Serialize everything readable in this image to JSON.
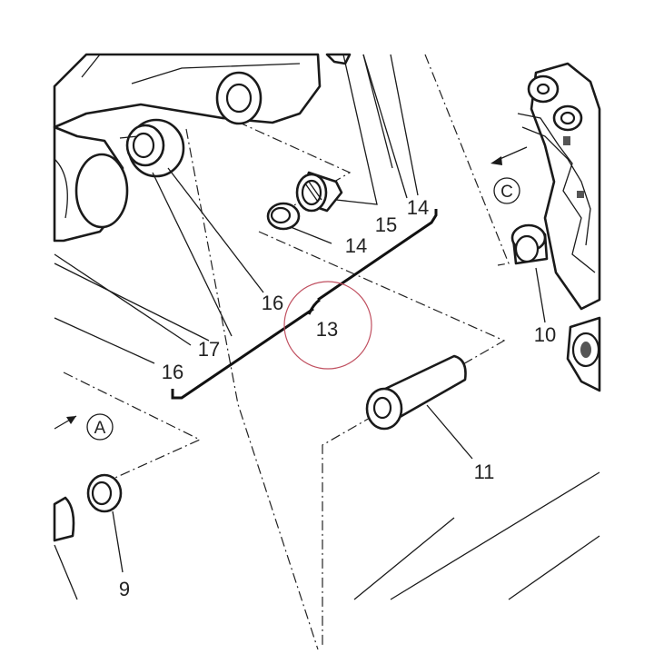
{
  "callouts": {
    "c9": "9",
    "c10": "10",
    "c11": "11",
    "c13": "13",
    "c14a": "14",
    "c14b": "14",
    "c15": "15",
    "c16a": "16",
    "c16b": "16",
    "c17": "17"
  },
  "view_markers": {
    "a": "A",
    "c": "C"
  },
  "colors": {
    "line": "#1a1a1a",
    "highlight_circle": "#c05060"
  }
}
